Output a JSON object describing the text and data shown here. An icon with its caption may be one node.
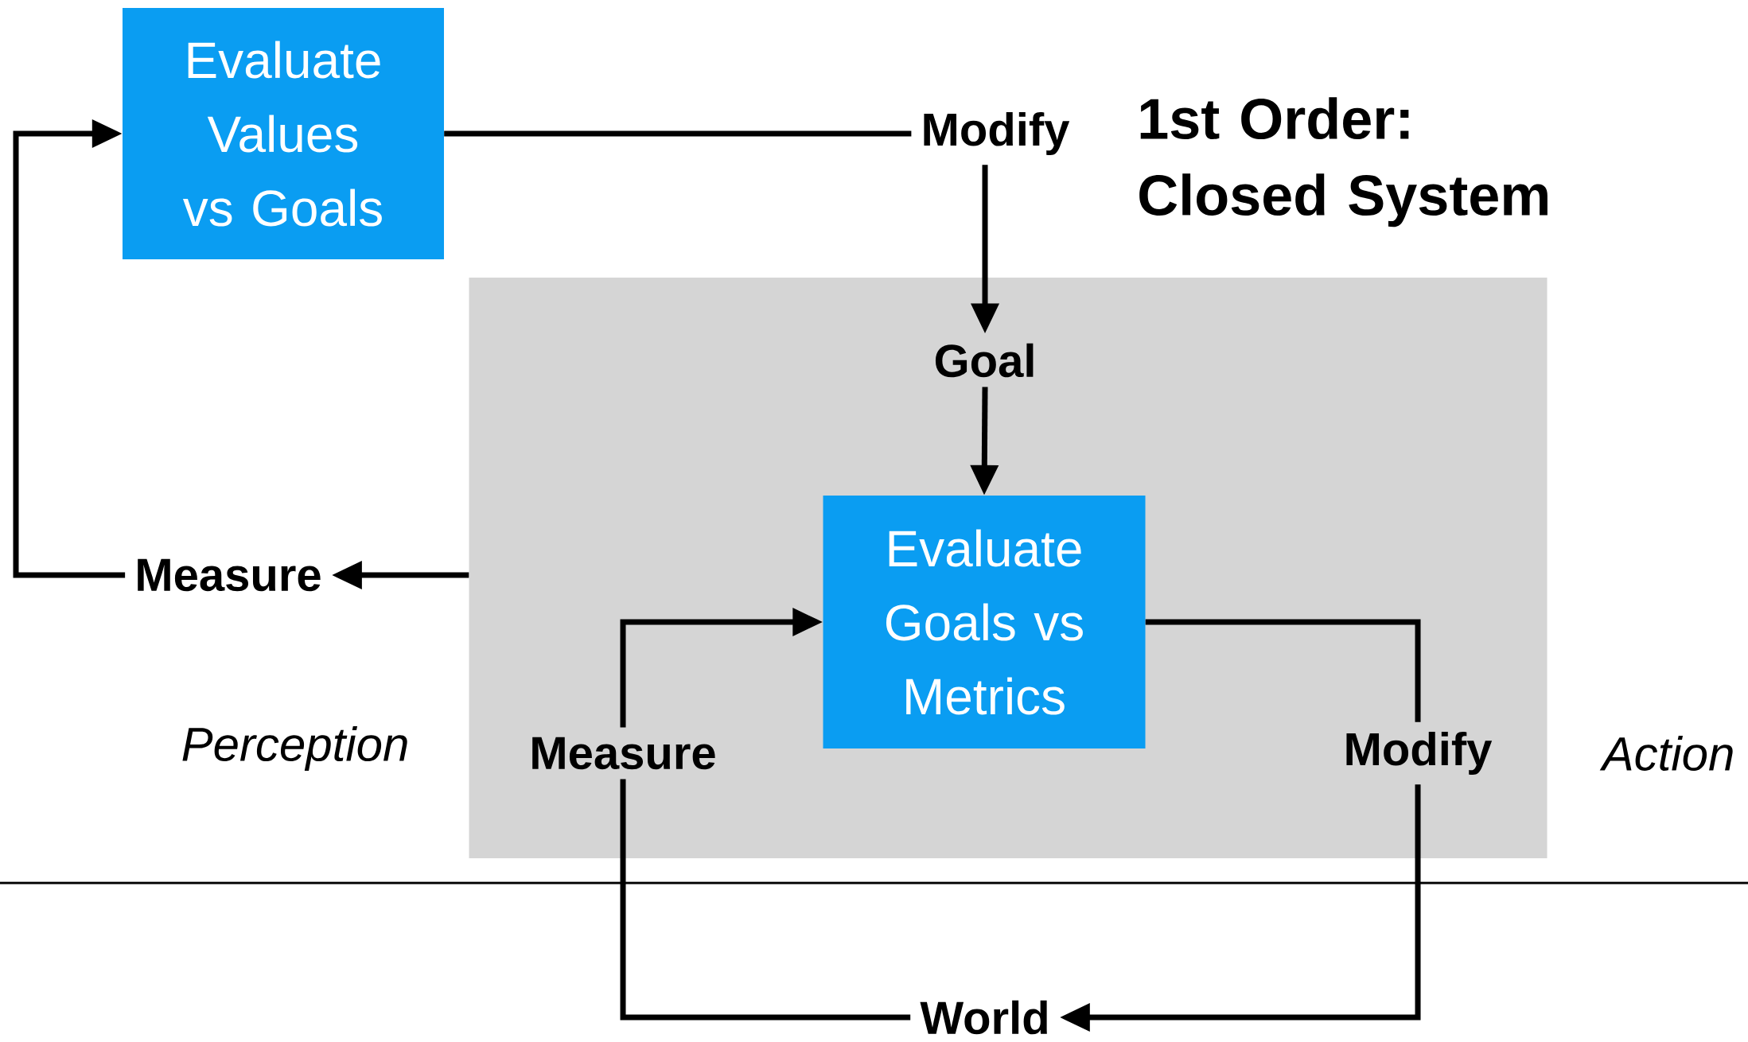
{
  "diagram": {
    "title": "1st Order: Closed System",
    "nodes": [
      {
        "text": [
          "Evaluate Values vs Goals"
        ]
      },
      {
        "text": [
          "Modify"
        ]
      },
      {
        "text": [],
        "shape": "box"
      },
      {
        "text": [
          "Goal"
        ],
        "in": 2
      },
      {
        "text": [
          "Evaluate Goals vs Metrics"
        ],
        "in": 2
      },
      {
        "text": [
          "Measure"
        ],
        "in": 2
      },
      {
        "text": [
          "Modify"
        ],
        "in": 2
      },
      {
        "text": [
          "Measure"
        ]
      },
      {
        "text": [
          "World"
        ]
      }
    ],
    "edges": [
      {
        "from": 0,
        "to": 1,
        "arrow": "none"
      },
      {
        "from": 1,
        "to": 3,
        "arrow": "to"
      },
      {
        "from": 3,
        "to": 4,
        "arrow": "to"
      },
      {
        "from": 4,
        "to": 6,
        "arrow": "none"
      },
      {
        "from": 6,
        "to": 8,
        "arrow": "to"
      },
      {
        "from": 8,
        "to": 5,
        "arrow": "none"
      },
      {
        "from": 5,
        "to": 4,
        "arrow": "to"
      },
      {
        "from": 2,
        "to": 7,
        "arrow": "to"
      },
      {
        "from": 7,
        "to": 0,
        "arrow": "to"
      }
    ],
    "labels": [
      "Perception",
      "Action"
    ]
  }
}
